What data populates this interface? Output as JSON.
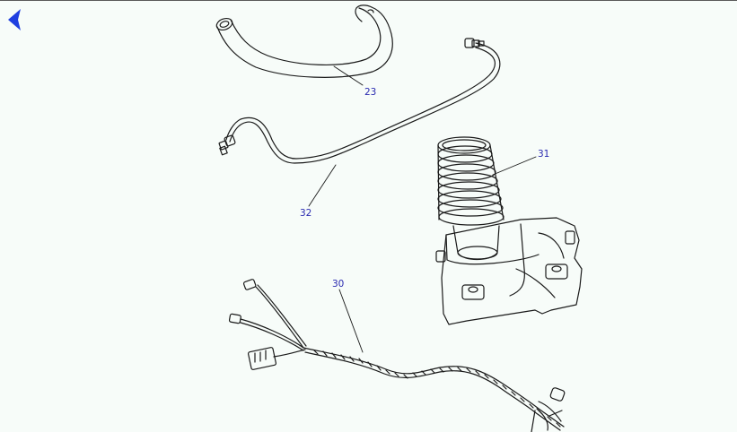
{
  "toolbar": {
    "back_icon": "chevron-left-icon",
    "accent_color": "#1f3fe0"
  },
  "diagram": {
    "callout_color": "#2a2ab0",
    "line_color": "#1a1a1a",
    "callouts": {
      "c23": "23",
      "c32": "32",
      "c31": "31",
      "c30": "30"
    }
  }
}
